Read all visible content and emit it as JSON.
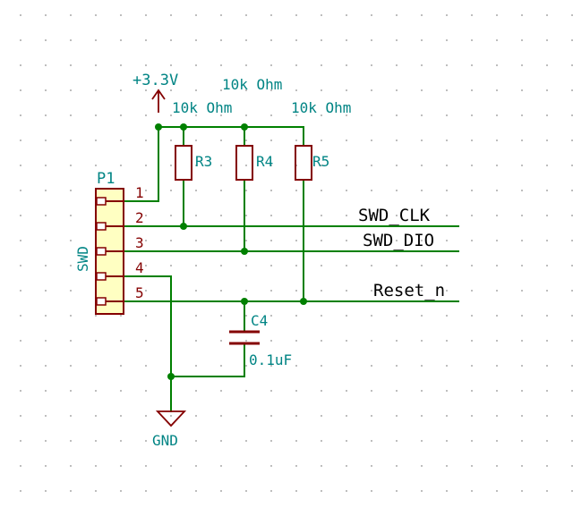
{
  "colors": {
    "background": "#ffffff",
    "grid_dot": "#8c8c8c",
    "wire": "#008000",
    "component": "#840000",
    "power_text": "#008484",
    "label_text": "#008484",
    "net_label": "#000000",
    "connector_fill": "#ffffc2"
  },
  "connector": {
    "ref": "P1",
    "value": "SWD",
    "pins": [
      "1",
      "2",
      "3",
      "4",
      "5"
    ]
  },
  "resistors": [
    {
      "ref": "R3",
      "value": "10k Ohm"
    },
    {
      "ref": "R4",
      "value": "10k Ohm"
    },
    {
      "ref": "R5",
      "value": "10k Ohm"
    }
  ],
  "capacitor": {
    "ref": "C4",
    "value": "0.1uF"
  },
  "power": {
    "vcc_label": "+3.3V",
    "gnd_label": "GND"
  },
  "net_labels": {
    "clk": "SWD_CLK",
    "dio": "SWD_DIO",
    "reset": "Reset_n"
  }
}
